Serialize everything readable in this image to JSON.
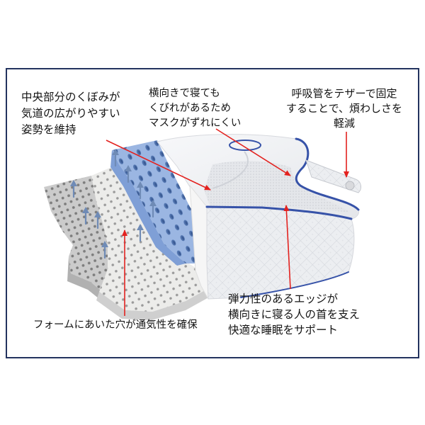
{
  "colors": {
    "border": "#23335f",
    "annotation_red": "#e3221f",
    "foam_blue": "#9bb6e2",
    "piping_blue": "#3652a8"
  },
  "annotations": {
    "center_recess": {
      "lines": [
        "中央部分のくぼみが",
        "気道の広がりやすい",
        "姿勢を維持"
      ]
    },
    "side_sleep": {
      "lines": [
        "横向きで寝ても",
        "くびれがあるため",
        "マスクがずれにくい"
      ]
    },
    "tube_tether": {
      "lines": [
        "呼吸管をテザーで固定",
        "することで、煩わしさを",
        "軽減"
      ]
    },
    "elastic_edge": {
      "lines": [
        "弾力性のあるエッジが",
        "横向きに寝る人の首を支え",
        "快適な睡眠をサポート"
      ]
    },
    "foam_holes": {
      "lines": [
        "フォームにあいた穴が通気性を確保"
      ]
    }
  }
}
